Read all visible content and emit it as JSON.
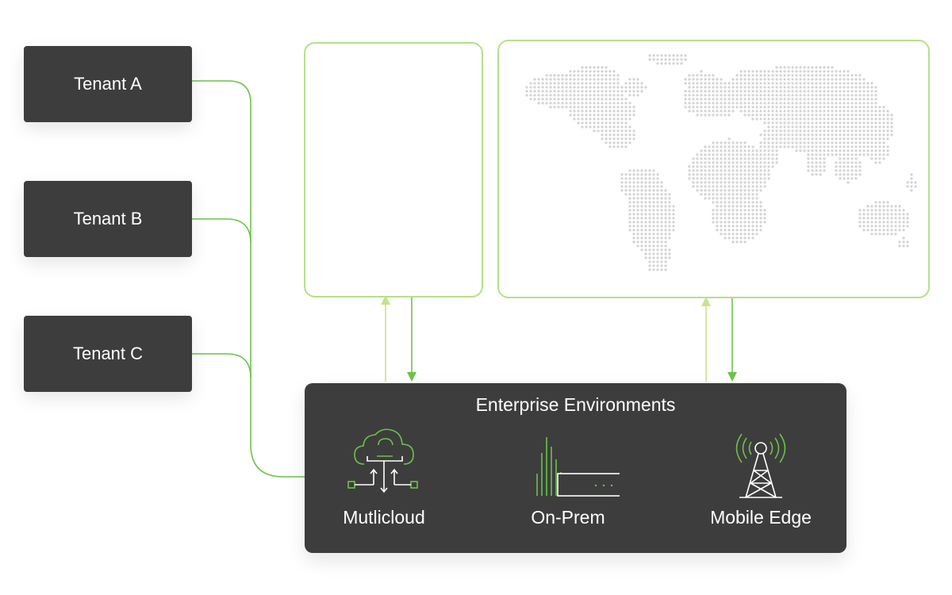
{
  "tenants": [
    {
      "label": "Tenant A"
    },
    {
      "label": "Tenant B"
    },
    {
      "label": "Tenant C"
    }
  ],
  "enterprise": {
    "title": "Enterprise Environments",
    "items": [
      {
        "label": "Mutlicloud",
        "icon": "multicloud-icon"
      },
      {
        "label": "On-Prem",
        "icon": "on-prem-server-icon"
      },
      {
        "label": "Mobile Edge",
        "icon": "mobile-edge-tower-icon"
      }
    ]
  },
  "colors": {
    "box": "#3d3d3d",
    "accent_green": "#6cc24a",
    "light_green": "#b5e08a",
    "map_dots": "#d3d3d3"
  }
}
